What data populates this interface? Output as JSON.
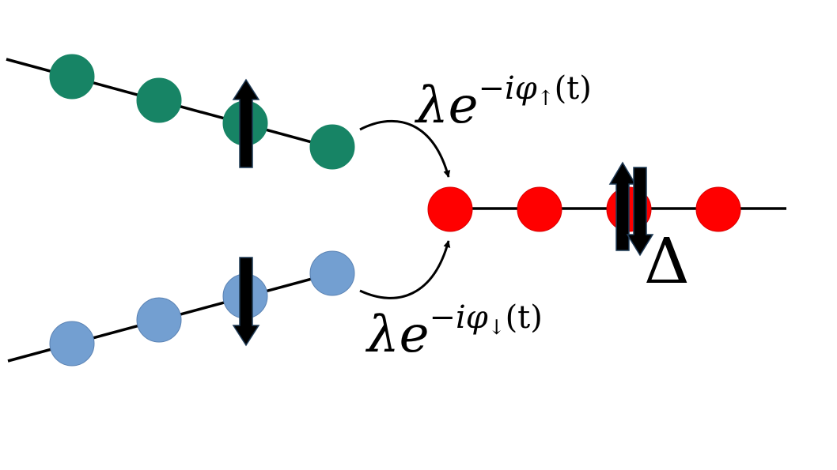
{
  "colors": {
    "upper_chain": "#178465",
    "lower_chain": "#739fd1",
    "right_chain": "#ff0000",
    "line": "#000000",
    "arrow_fill": "#000000",
    "arrow_stroke": "#1f3b57"
  },
  "upper_label": {
    "lambda": "λ",
    "e": "e",
    "exponent": "−iφ",
    "spin": "↑",
    "argument": "(t)"
  },
  "lower_label": {
    "lambda": "λ",
    "e": "e",
    "exponent": "−iφ",
    "spin": "↓",
    "argument": "(t)"
  },
  "gap_label": "Δ"
}
